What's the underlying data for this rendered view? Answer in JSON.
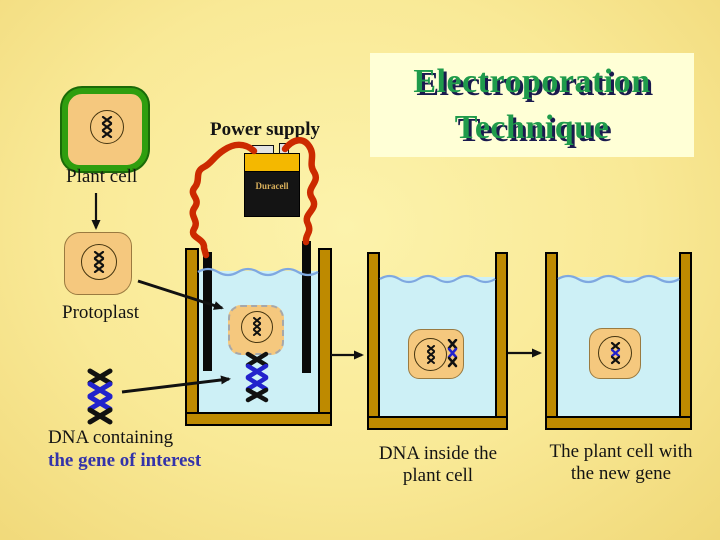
{
  "slide": {
    "title": {
      "line1": "Electroporation",
      "line2": "Technique"
    },
    "labels": {
      "plant_cell": "Plant cell",
      "protoplast": "Protoplast",
      "power_supply": "Power supply",
      "battery_brand": "Duracell",
      "dna_containing": "DNA containing",
      "gene_of_interest": "the gene of interest",
      "dna_inside_1": "DNA inside the",
      "dna_inside_2": "plant cell",
      "result_1": "The plant cell with",
      "result_2": "the new gene"
    },
    "colors": {
      "background_center": "#FCF3AC",
      "background_edge": "#F0D878",
      "title_box_bg": "#FFFFD6",
      "title_text_green": "#1F9B4B",
      "title_shadow_navy": "#1A1A4E",
      "cell_fill_tan": "#F5C87E",
      "cell_wall_green": "#2F9E0F",
      "beaker_wall_gold": "#BE8A00",
      "water_cyan": "#CDF0F6",
      "water_line_blue": "#7FA8E0",
      "wire_red": "#CC2A00",
      "dna_blue": "#2222CC",
      "battery_gold": "#F4B800",
      "blue_text": "#3333AA"
    }
  }
}
